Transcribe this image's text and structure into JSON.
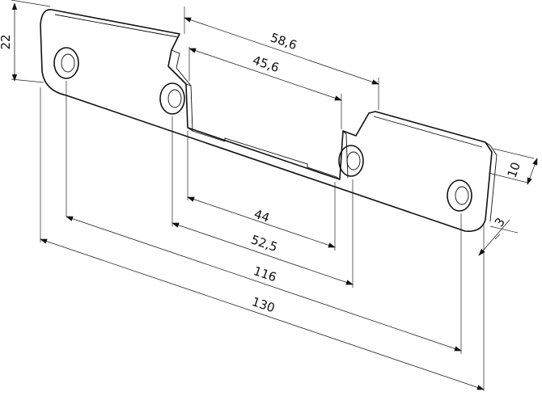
{
  "dimensions": {
    "d58_6": "58,6",
    "d45_6": "45,6",
    "d22": "22",
    "d10": "10",
    "d3": "3",
    "d44": "44",
    "d52_5": "52,5",
    "d116": "116",
    "d130": "130"
  }
}
